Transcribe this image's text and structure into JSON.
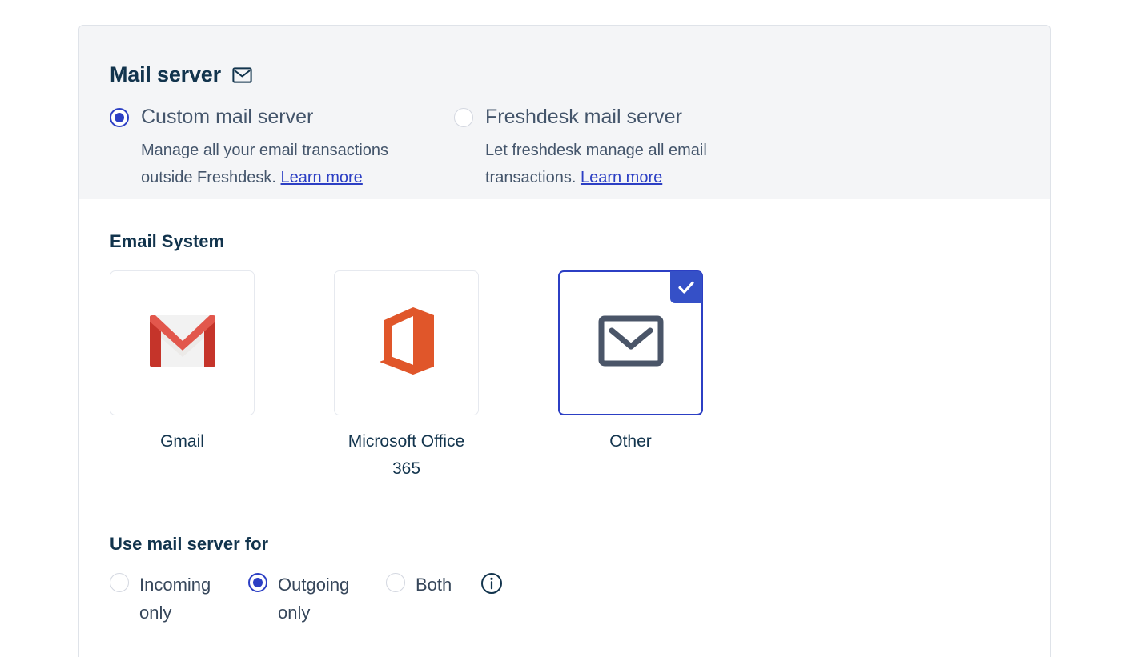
{
  "card": {
    "title": "Mail server",
    "title_icon": "mail-envelope-icon"
  },
  "server_type": {
    "options": [
      {
        "id": "custom",
        "label": "Custom mail server",
        "description_before": "Manage all your email transactions outside Freshdesk. ",
        "link_text": "Learn more",
        "description_after": "",
        "selected": true
      },
      {
        "id": "freshdesk",
        "label": "Freshdesk mail server",
        "description_before": "Let freshdesk manage all email transactions. ",
        "link_text": "Learn more",
        "description_after": "",
        "selected": false
      }
    ]
  },
  "email_system": {
    "title": "Email System",
    "tiles": [
      {
        "id": "gmail",
        "label": "Gmail",
        "icon": "gmail-logo-icon",
        "selected": false
      },
      {
        "id": "office365",
        "label": "Microsoft Office 365",
        "icon": "office365-logo-icon",
        "selected": false
      },
      {
        "id": "other",
        "label": "Other",
        "icon": "generic-envelope-icon",
        "selected": true
      }
    ],
    "selected_badge_icon": "check-icon"
  },
  "usage": {
    "title": "Use mail server for",
    "options": [
      {
        "id": "incoming",
        "label": "Incoming only",
        "selected": false
      },
      {
        "id": "outgoing",
        "label": "Outgoing only",
        "selected": true
      },
      {
        "id": "both",
        "label": "Both",
        "selected": false
      }
    ],
    "info_icon": "info-circle-icon"
  },
  "colors": {
    "accent": "#2c3fc4",
    "badge": "#3550c7",
    "banner": "#f4f5f7",
    "title": "#12344d",
    "body_text": "#44556b",
    "border": "#e6e9ef",
    "gmail_red": "#d44638",
    "office_orange": "#e0562a"
  }
}
